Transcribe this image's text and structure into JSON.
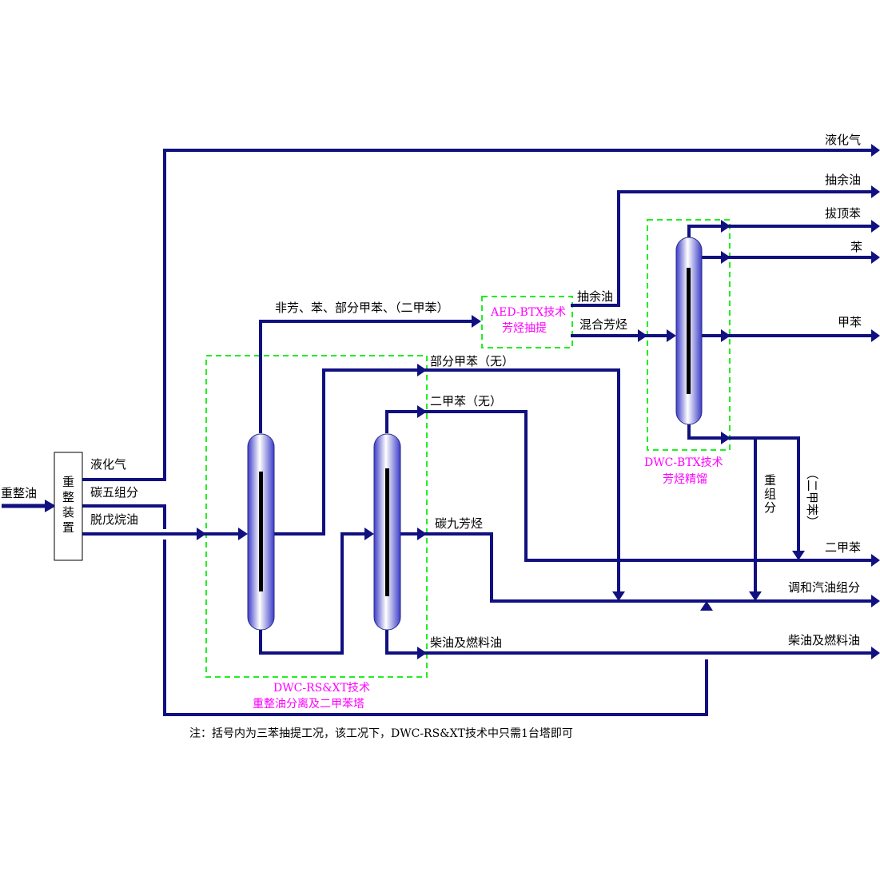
{
  "labels": {
    "feed": "重整油",
    "unit_line1": "重",
    "unit_line2": "整",
    "unit_line3": "装",
    "unit_line4": "置",
    "lpg_in": "液化气",
    "c5": "碳五组分",
    "depentanized": "脱戊烷油",
    "overhead_to_aed": "非芳、苯、部分甲苯、（二甲苯）",
    "part_toluene": "部分甲苯（无）",
    "xylene_none": "二甲苯（无）",
    "c9": "碳九芳烃",
    "diesel_mid": "柴油及燃料油",
    "raffinate_mid": "抽余油",
    "mixed_aromatics": "混合芳烃",
    "heavy_1": "重",
    "heavy_2": "组",
    "heavy_3": "分",
    "xylene_vertical": "（二甲苯）",
    "lpg_out": "液化气",
    "raffinate_out": "抽余油",
    "topped_benzene": "拔顶苯",
    "benzene": "苯",
    "toluene": "甲苯",
    "xylene_out": "二甲苯",
    "gasoline_blend": "调和汽油组分",
    "diesel_out": "柴油及燃料油",
    "footnote": "注：括号内为三苯抽提工况，该工况下，DWC-RS&XT技术中只需1台塔即可"
  },
  "boxes": {
    "aed_line1": "AED-BTX技术",
    "aed_line2": "芳烃抽提",
    "dwc_btx_line1": "DWC-BTX技术",
    "dwc_btx_line2": "芳烃精馏",
    "dwc_rs_line1": "DWC-RS&XT技术",
    "dwc_rs_line2": "重整油分离及二甲苯塔"
  },
  "colors": {
    "pipe": "#101080",
    "box_border": "#22ee22",
    "box_text": "#ff00ff",
    "column_fill_light": "#ffffff",
    "column_fill_dark": "#3c3cc8"
  }
}
